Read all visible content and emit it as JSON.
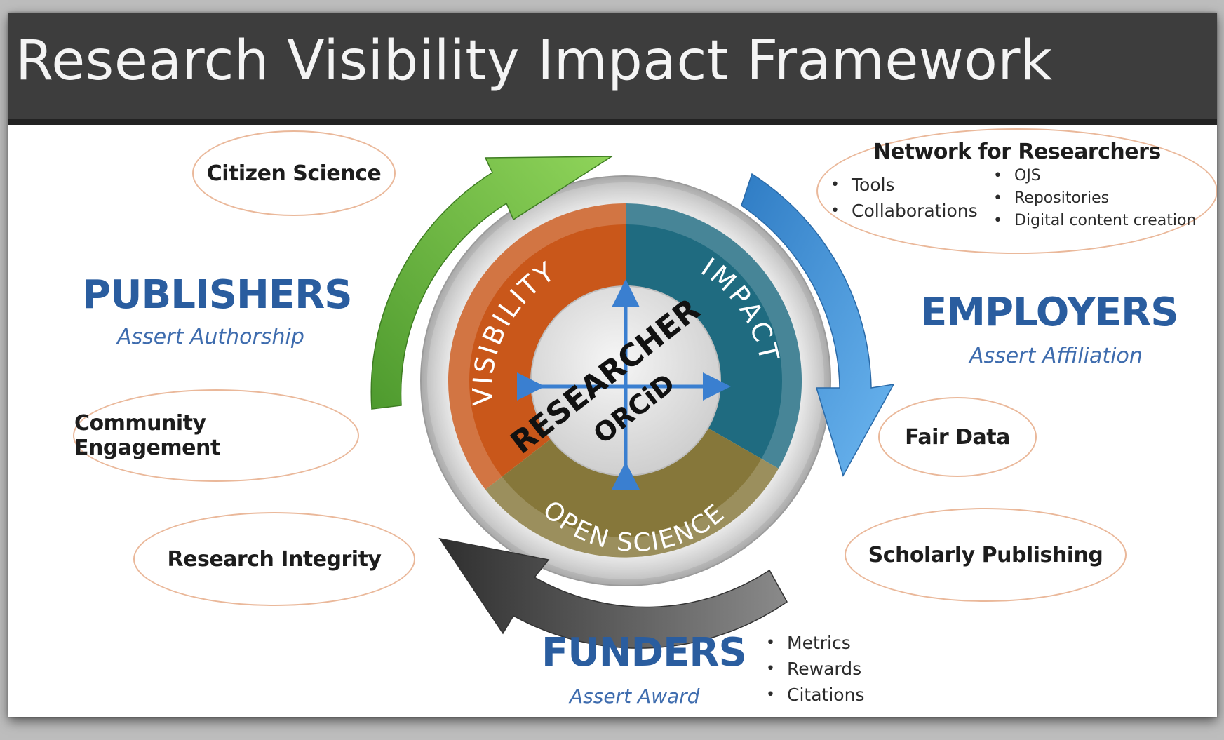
{
  "title": "Research Visibility Impact Framework",
  "center": {
    "line1": "RESEARCHER",
    "line2": "ORCiD"
  },
  "segments": {
    "visibility": "VISIBILITY",
    "impact": "IMPACT",
    "open_science": "OPEN SCIENCE"
  },
  "stakeholders": {
    "publishers": {
      "title": "PUBLISHERS",
      "subtitle": "Assert Authorship"
    },
    "employers": {
      "title": "EMPLOYERS",
      "subtitle": "Assert Affiliation"
    },
    "funders": {
      "title": "FUNDERS",
      "subtitle": "Assert Award"
    }
  },
  "left_ovals": [
    "Citizen Science",
    "Community Engagement",
    "Research Integrity"
  ],
  "right_ovals": [
    "Fair Data",
    "Scholarly Publishing"
  ],
  "network": {
    "title": "Network for Researchers",
    "col1": [
      "Tools",
      "Collaborations"
    ],
    "col2": [
      "OJS",
      "Repositories",
      "Digital content creation"
    ]
  },
  "funder_list": [
    "Metrics",
    "Rewards",
    "Citations"
  ],
  "colors": {
    "title_bar": "#3d3d3d",
    "heading_blue": "#2a5d9f",
    "visibility": "#c9571a",
    "impact": "#1e6b80",
    "open_science": "#8a7a3c",
    "green_arrow": "#6cb73f",
    "blue_arrow": "#3a8fd6",
    "gray_arrow": "#5a5a5a",
    "oval_border": "#eab89a"
  }
}
